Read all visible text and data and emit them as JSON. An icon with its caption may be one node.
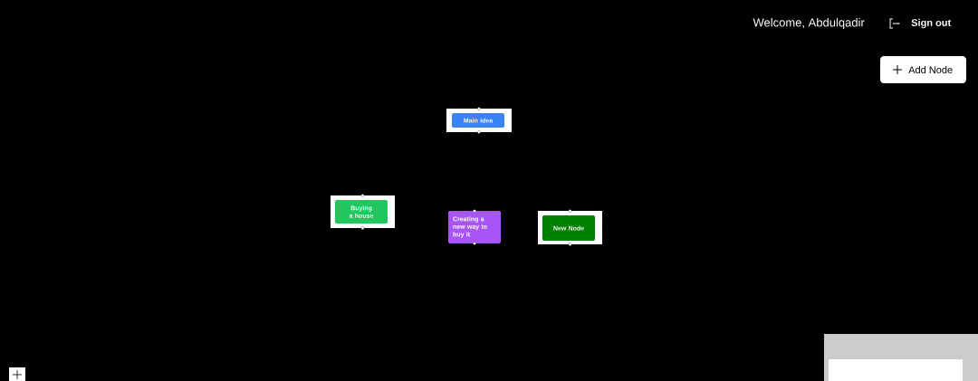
{
  "diagram": {
    "nodes": [
      {
        "text": [
          "Main idea"
        ]
      },
      {
        "text": [
          "Buying a house"
        ]
      },
      {
        "text": [
          "Creating a new way to buy it"
        ]
      },
      {
        "text": [
          "New Node"
        ]
      }
    ],
    "labels": [
      "Welcome, Abdulqadir",
      "Sign out",
      "Add Node"
    ]
  }
}
